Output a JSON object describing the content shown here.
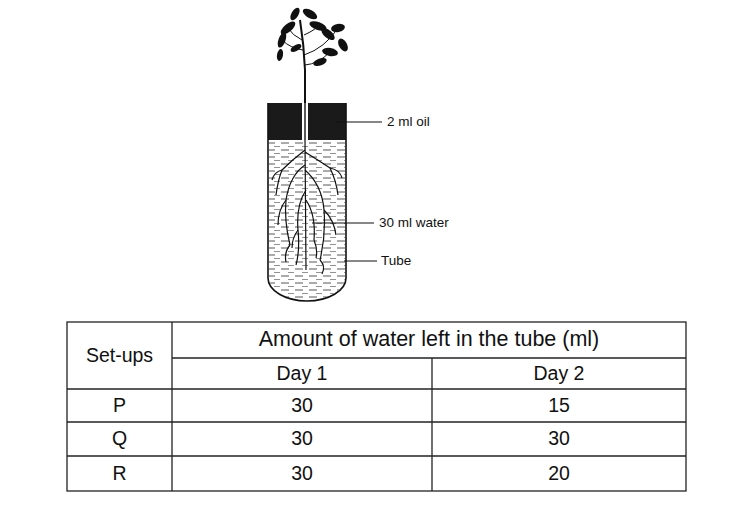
{
  "diagram": {
    "labels": [
      "2 ml oil",
      "30 ml water",
      "Tube",
      "Set-ups",
      "Amount of water left in the tube (ml)",
      "Day 1",
      "Day 2",
      "P",
      "30",
      "15",
      "Q",
      "30",
      "30",
      "R",
      "30",
      "20"
    ]
  }
}
